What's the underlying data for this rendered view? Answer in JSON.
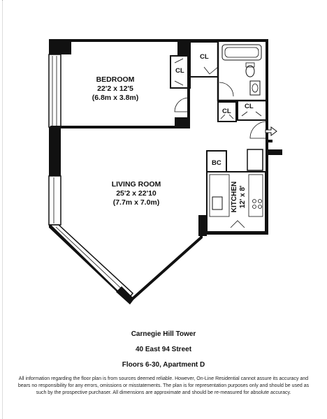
{
  "rooms": {
    "bedroom": {
      "name": "BEDROOM",
      "dims_imperial": "22'2 x 12'5",
      "dims_metric": "(6.8m x 3.8m)"
    },
    "living_room": {
      "name": "LIVING ROOM",
      "dims_imperial": "25'2 x 22'10",
      "dims_metric": "(7.7m x 7.0m)"
    },
    "kitchen": {
      "name": "KITCHEN",
      "dims_imperial": "12' x 8'"
    }
  },
  "closets": {
    "cl_top": "CL",
    "cl_bedroom": "CL",
    "cl_hall_right": "CL",
    "cl_hall_left": "CL",
    "bc": "BC"
  },
  "footer": {
    "building": "Carnegie Hill Tower",
    "address": "40 East 94 Street",
    "unit": "Floors 6-30, Apartment D",
    "disclaimer": "All information regarding the floor plan is from sources deemed reliable. However, On-Line Residential cannot assure its accuracy and bears no responsibility for any errors, omissions or misstatements. The plan is for representation purposes only and should be used as such by the prospective purchaser. All dimensions are approximate and should be re-measured for absolute accuracy."
  },
  "colors": {
    "wall": "#111111",
    "line": "#222222",
    "background": "#ffffff"
  }
}
